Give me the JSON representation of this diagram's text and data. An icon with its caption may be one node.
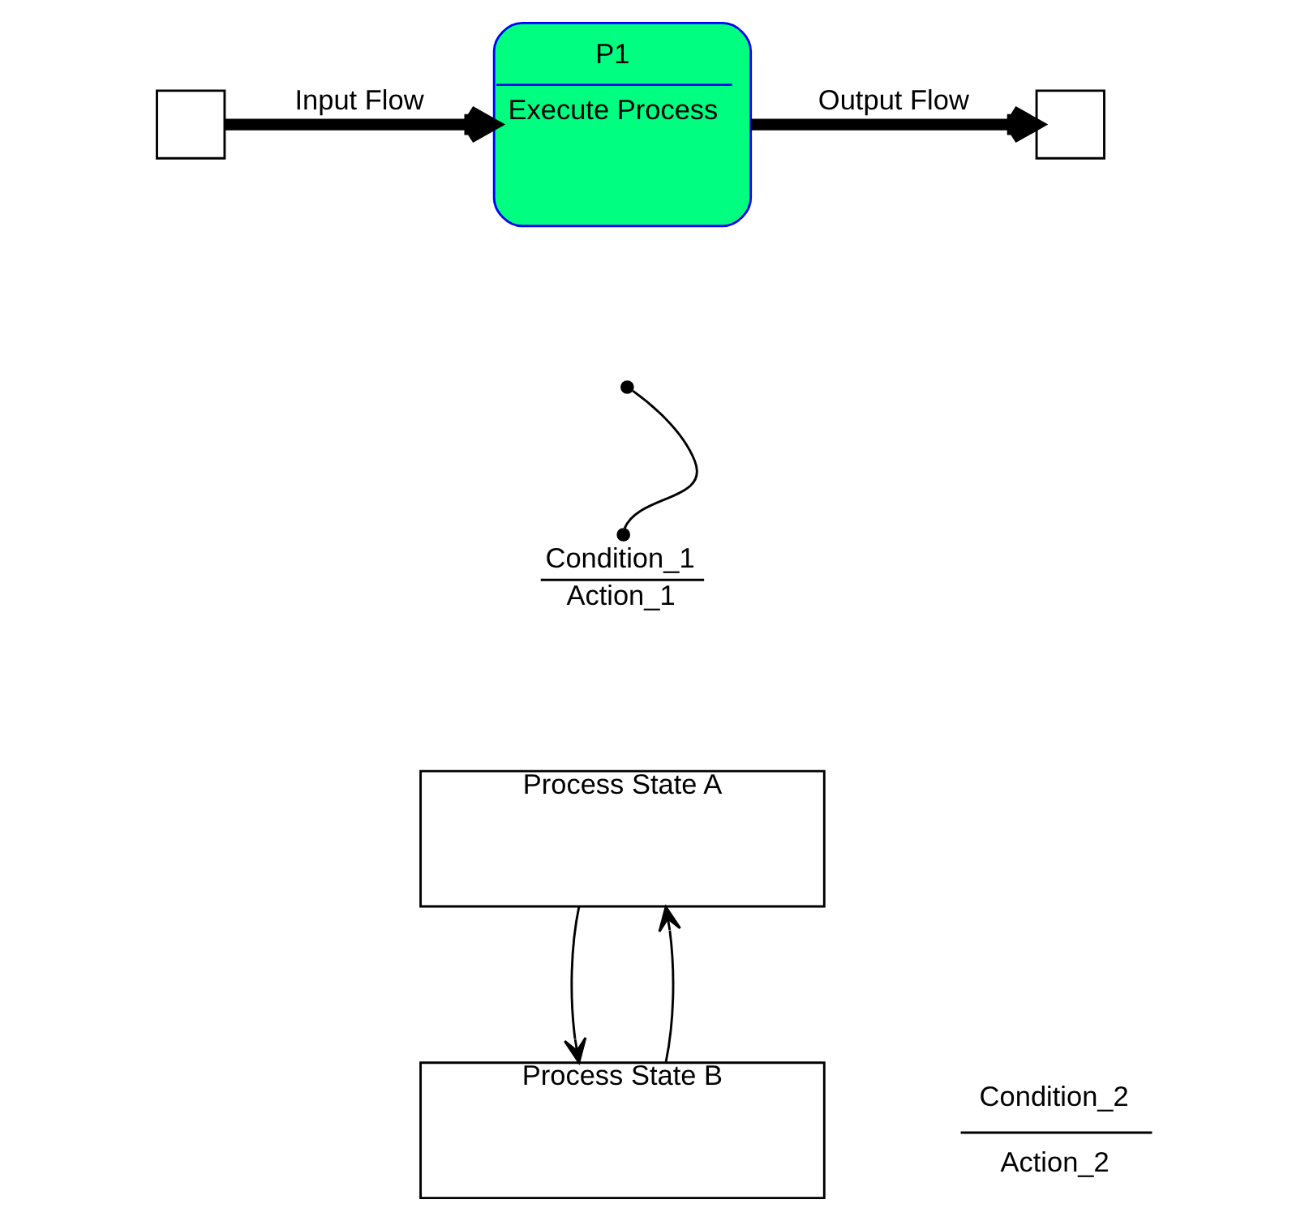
{
  "diagram": {
    "nodes": [
      {
        "text": [],
        "shape": "box"
      },
      {
        "text": [
          "P1",
          "Execute Process"
        ]
      },
      {
        "text": [],
        "shape": "box"
      },
      {
        "text": [
          "Condition_1",
          "Action_1"
        ]
      },
      {
        "text": [
          "Process State A"
        ]
      },
      {
        "text": [
          "Process State B"
        ]
      }
    ],
    "edges": [
      {
        "from": 0,
        "to": 1,
        "arrow": "to",
        "label": "Input Flow",
        "style": "thick"
      },
      {
        "from": 1,
        "to": 2,
        "arrow": "to",
        "label": "Output Flow",
        "style": "thick"
      },
      {
        "from": 3,
        "to": null,
        "arrow": "other"
      },
      {
        "from": 4,
        "to": 5,
        "arrow": "to"
      },
      {
        "from": 5,
        "to": 4,
        "arrow": "to"
      }
    ],
    "labels": [
      "Condition_2",
      "Action_2"
    ]
  }
}
